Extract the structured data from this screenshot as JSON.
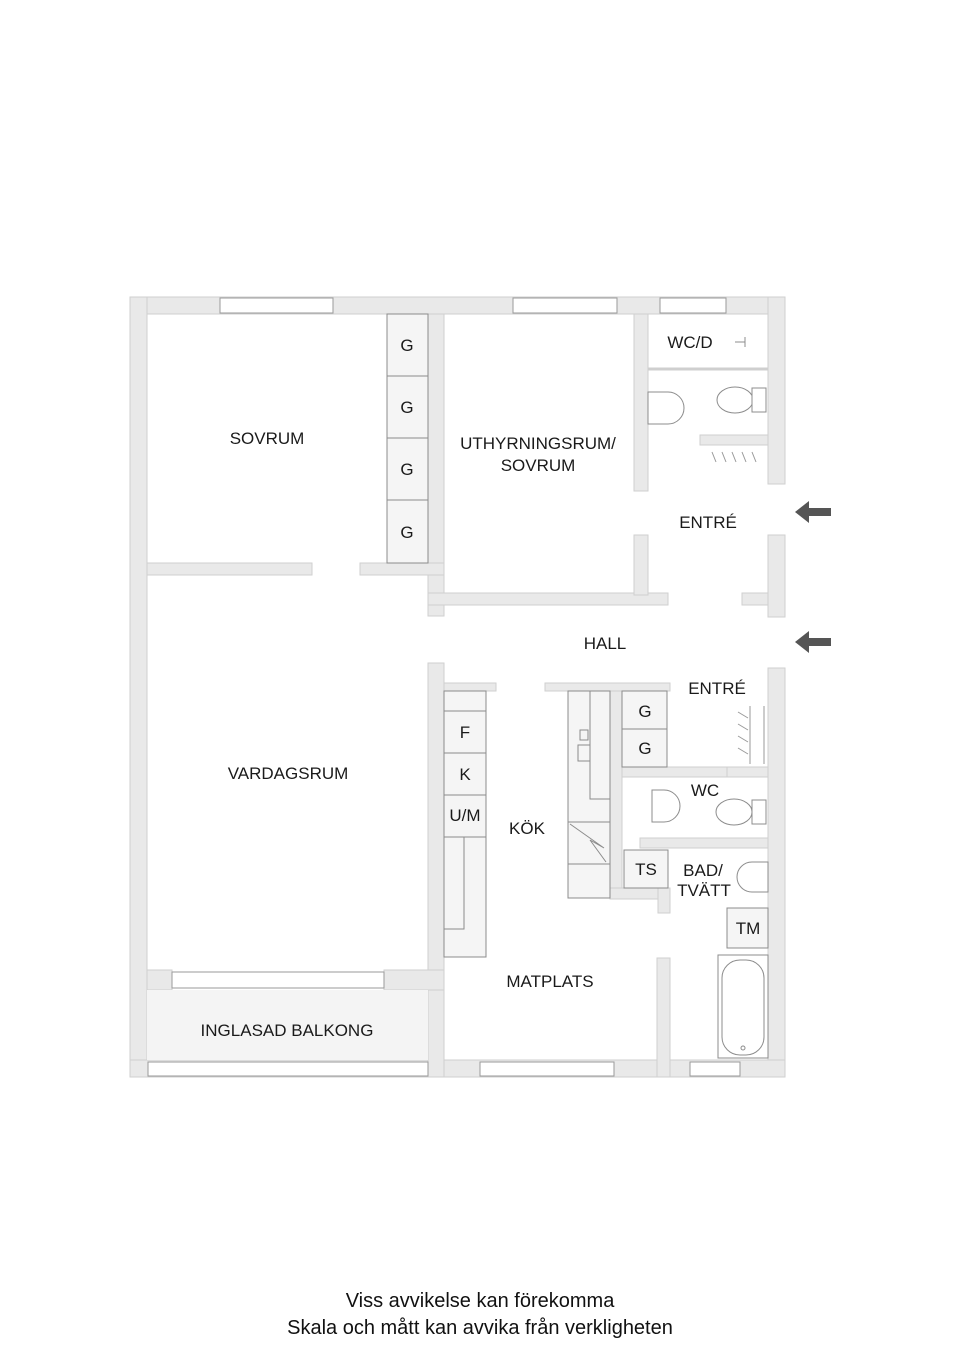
{
  "colors": {
    "wall": "#e9e9e9",
    "wall_edge": "#cfcfcf",
    "line": "#8c8c8c",
    "arrow": "#555555",
    "text": "#1a1a1a"
  },
  "rooms": {
    "sovrum": "SOVRUM",
    "uthyrningsrum_1": "UTHYRNINGSRUM/",
    "uthyrningsrum_2": "SOVRUM",
    "wc_d": "WC/D",
    "entre_top": "ENTRÉ",
    "hall": "HALL",
    "entre_mid": "ENTRÉ",
    "vardagsrum": "VARDAGSRUM",
    "kok": "KÖK",
    "wc": "WC",
    "bad_1": "BAD/",
    "bad_2": "TVÄTT",
    "matplats": "MATPLATS",
    "balkong": "INGLASAD BALKONG"
  },
  "fixtures": {
    "wardrobe": "G",
    "fridge": "F",
    "freezer": "K",
    "micro": "U/M",
    "dryer": "TS",
    "washer": "TM"
  },
  "footer": {
    "line1": "Viss avvikelse kan förekomma",
    "line2": "Skala och mått kan avvika från verkligheten"
  }
}
